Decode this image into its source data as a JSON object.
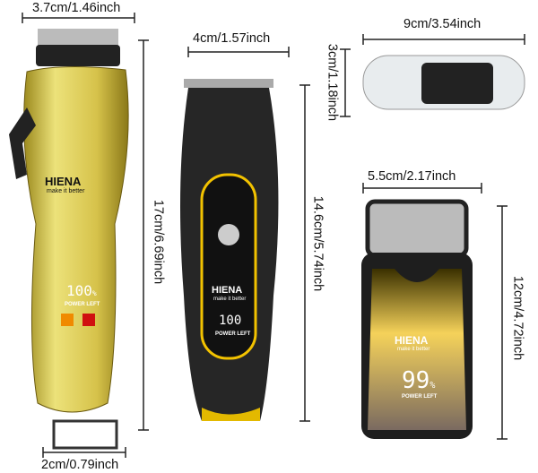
{
  "dimensions": {
    "clipper_width": "3.7cm/1.46inch",
    "clipper_height": "17cm/6.69inch",
    "clipper_base": "2cm/0.79inch",
    "trimmer_width": "4cm/1.57inch",
    "trimmer_height": "14.6cm/5.74inch",
    "nose_trimmer_width": "9cm/3.54inch",
    "nose_trimmer_height": "3cm/1.18inch",
    "shaver_width": "5.5cm/2.17inch",
    "shaver_height": "12cm/4.72inch"
  },
  "brand": {
    "name": "HIENA",
    "tagline": "make it better"
  },
  "clipper_display": {
    "value": "100",
    "unit": "%",
    "label": "POWER LEFT"
  },
  "trimmer_display": {
    "value": "100",
    "label": "POWER LEFT"
  },
  "shaver_display": {
    "value": "99",
    "unit": "%",
    "label": "POWER LEFT"
  },
  "colors": {
    "gold": "#d8c24a",
    "black": "#1c1c1c",
    "accent_yellow": "#f2c200"
  }
}
